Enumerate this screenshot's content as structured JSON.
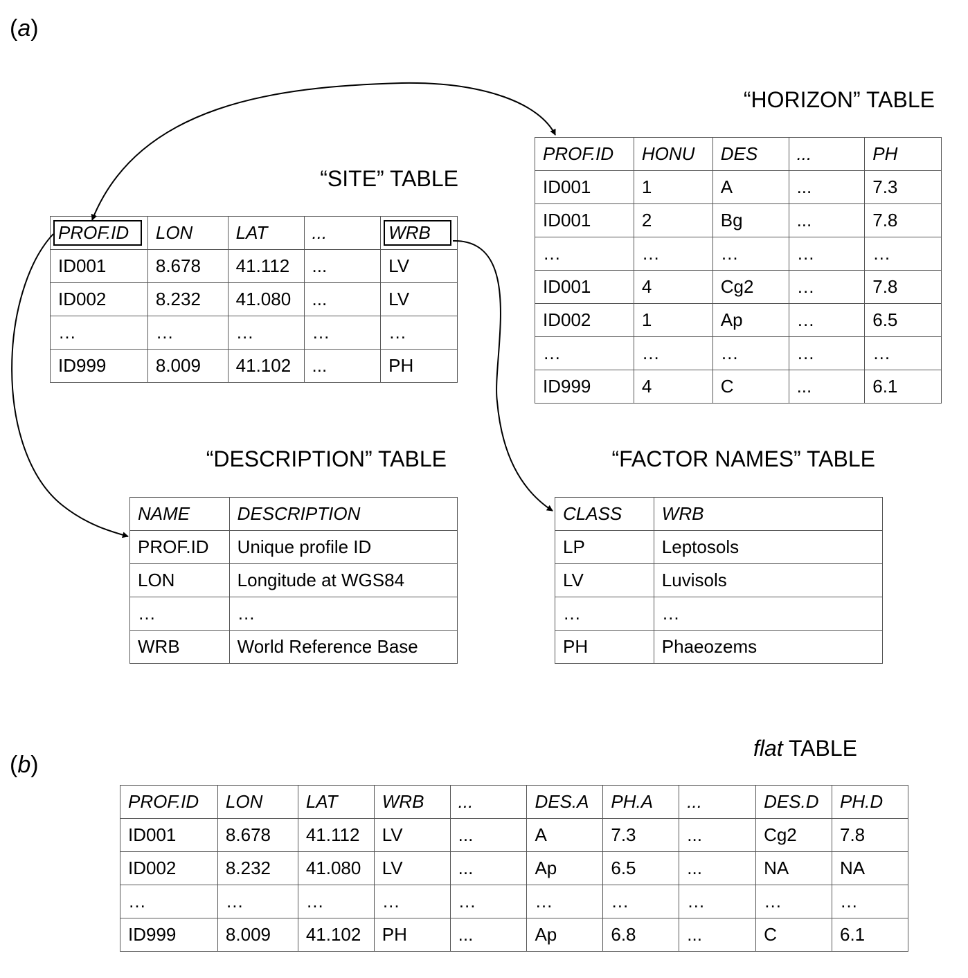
{
  "panels": {
    "a": "a",
    "b": "b"
  },
  "site_table": {
    "title": "“SITE” TABLE",
    "header": [
      "PROF.ID",
      "LON",
      "LAT",
      "...",
      "WRB"
    ],
    "rows": [
      [
        "ID001",
        "8.678",
        "41.112",
        "...",
        "LV"
      ],
      [
        "ID002",
        "8.232",
        "41.080",
        "...",
        "LV"
      ],
      [
        "…",
        "…",
        "…",
        "…",
        "…"
      ],
      [
        "ID999",
        "8.009",
        "41.102",
        "...",
        "PH"
      ]
    ]
  },
  "horizon_table": {
    "title": "“HORIZON” TABLE",
    "header": [
      "PROF.ID",
      "HONU",
      "DES",
      "...",
      "PH"
    ],
    "rows": [
      [
        "ID001",
        "1",
        "A",
        "...",
        "7.3"
      ],
      [
        "ID001",
        "2",
        "Bg",
        "...",
        "7.8"
      ],
      [
        "…",
        "…",
        "…",
        "…",
        "…"
      ],
      [
        "ID001",
        "4",
        "Cg2",
        "…",
        "7.8"
      ],
      [
        "ID002",
        "1",
        "Ap",
        "…",
        "6.5"
      ],
      [
        "…",
        "…",
        "…",
        "…",
        "…"
      ],
      [
        "ID999",
        "4",
        "C",
        "...",
        "6.1"
      ]
    ]
  },
  "description_table": {
    "title": "“DESCRIPTION” TABLE",
    "header": [
      "NAME",
      "DESCRIPTION"
    ],
    "rows": [
      [
        "PROF.ID",
        "Unique profile ID"
      ],
      [
        "LON",
        "Longitude at WGS84"
      ],
      [
        "…",
        "…"
      ],
      [
        "WRB",
        "World Reference Base"
      ]
    ]
  },
  "factor_table": {
    "title": "“FACTOR NAMES” TABLE",
    "header": [
      "CLASS",
      "WRB"
    ],
    "rows": [
      [
        "LP",
        "Leptosols"
      ],
      [
        "LV",
        "Luvisols"
      ],
      [
        "…",
        "…"
      ],
      [
        "PH",
        "Phaeozems"
      ]
    ]
  },
  "flat_table": {
    "title_italic": "flat",
    "title_rest": " TABLE",
    "header": [
      "PROF.ID",
      "LON",
      "LAT",
      "WRB",
      "...",
      "DES.A",
      "PH.A",
      "...",
      "DES.D",
      "PH.D"
    ],
    "rows": [
      [
        "ID001",
        "8.678",
        "41.112",
        "LV",
        "...",
        "A",
        "7.3",
        "...",
        "Cg2",
        "7.8"
      ],
      [
        "ID002",
        "8.232",
        "41.080",
        "LV",
        "...",
        "Ap",
        "6.5",
        "...",
        "NA",
        "NA"
      ],
      [
        "…",
        "…",
        "…",
        "…",
        "…",
        "…",
        "…",
        "…",
        "…",
        "…"
      ],
      [
        "ID999",
        "8.009",
        "41.102",
        "PH",
        "...",
        "Ap",
        "6.8",
        "...",
        "C",
        "6.1"
      ]
    ]
  }
}
